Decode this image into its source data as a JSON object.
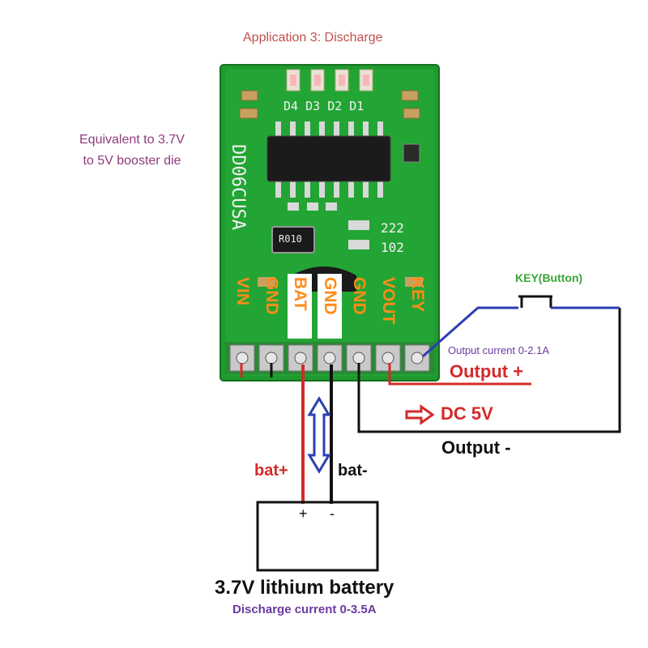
{
  "title": "Application 3: Discharge",
  "equivalent_note": {
    "line1": "Equivalent to 3.7V",
    "line2": "to 5V booster die"
  },
  "board": {
    "model": "DD06CUSA",
    "leds": [
      "D4",
      "D3",
      "D2",
      "D1"
    ],
    "resistor_code": "R010",
    "cap_codes": [
      "222",
      "102"
    ],
    "pins": [
      "VIN",
      "GND",
      "BAT",
      "GND",
      "GND",
      "VOUT",
      "KEY"
    ]
  },
  "labels": {
    "key_button": "KEY(Button)",
    "output_current": "Output current 0-2.1A",
    "output_plus": "Output +",
    "dc_output": "DC 5V",
    "output_minus": "Output -",
    "bat_plus": "bat+",
    "bat_minus": "bat-",
    "terminal_plus": "+",
    "terminal_minus": "-",
    "battery": "3.7V lithium battery",
    "discharge_current": "Discharge current  0-3.5A"
  },
  "colors": {
    "pcb": "#1f9a2e",
    "pcb_dark": "#157a22",
    "wire_red": "#d42a2a",
    "wire_black": "#111111",
    "wire_blue": "#2b3fb0",
    "pin_label": "#ff8c1a",
    "highlight_box": "#ffffff"
  }
}
